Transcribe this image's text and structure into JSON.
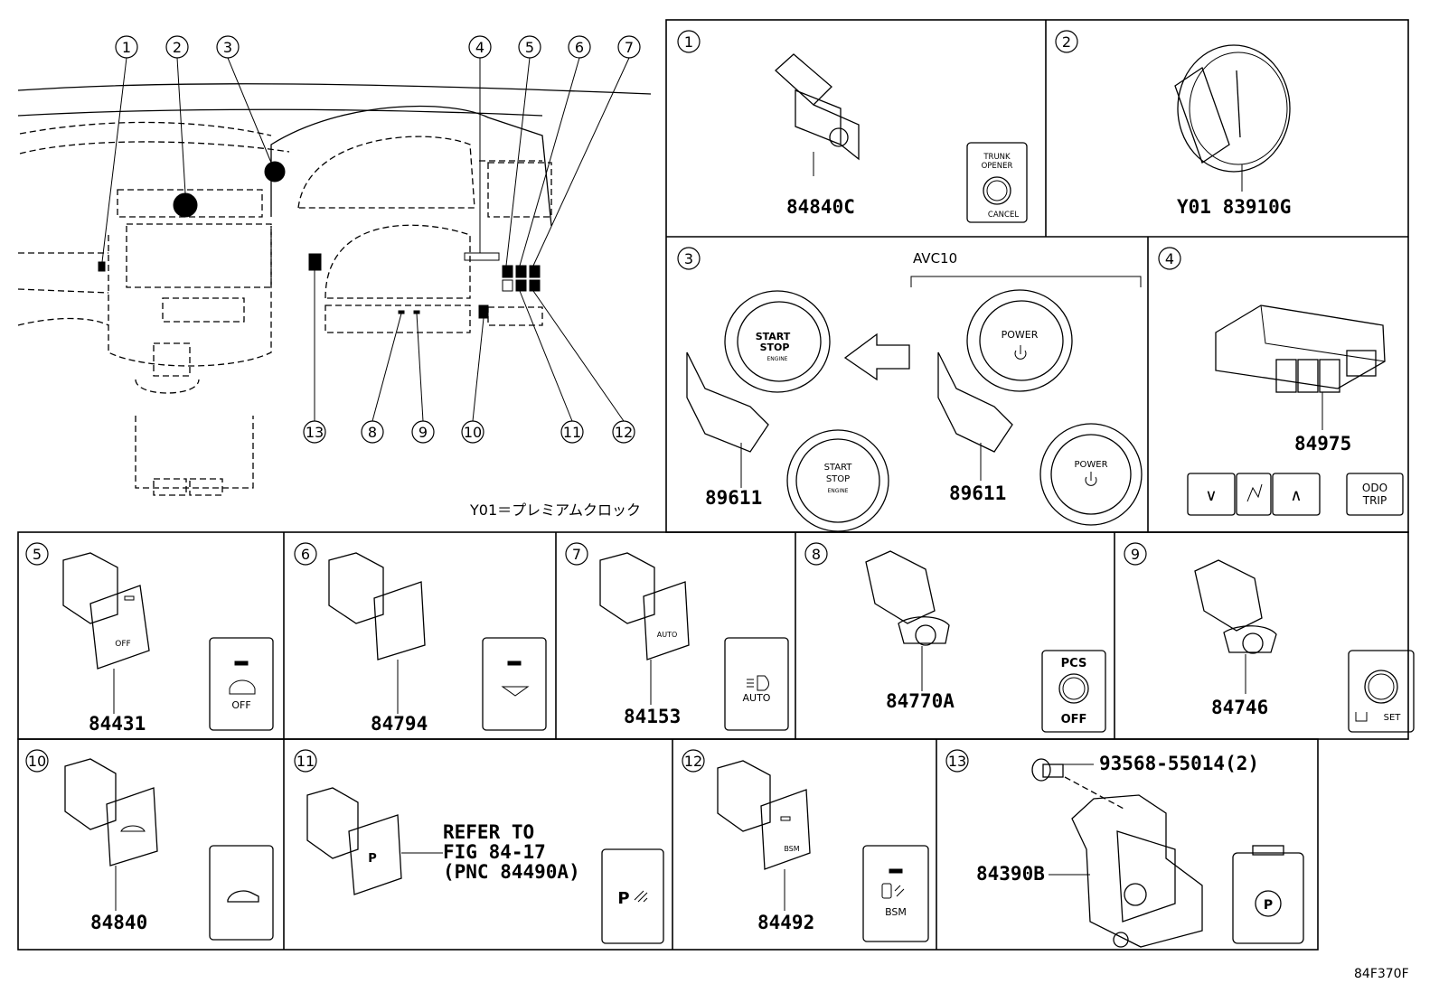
{
  "sheet_code": "84F370F",
  "index_marks": [
    "①",
    "②",
    "③",
    "④",
    "⑤",
    "⑥",
    "⑦",
    "⑧",
    "⑨",
    "⑩",
    "⑪",
    "⑫",
    "⑬"
  ],
  "overview": {
    "note": "Y01＝プレミアムクロック"
  },
  "panels": {
    "p1": {
      "index": "①",
      "part": "84840C",
      "plate_line1": "TRUNK",
      "plate_line2": "OPENER",
      "plate_cancel": "CANCEL"
    },
    "p2": {
      "index": "②",
      "part": "Y01 83910G"
    },
    "p3": {
      "index": "③",
      "group_label": "AVC10",
      "part_left": "89611",
      "part_right": "89611",
      "btn_start": "START",
      "btn_stop": "STOP",
      "btn_engine": "ENGINE",
      "btn_power": "POWER"
    },
    "p4": {
      "index": "④",
      "part": "84975",
      "key_odo": "ODO",
      "key_trip": "TRIP",
      "key_down": "∨",
      "key_up": "∧"
    },
    "p5": {
      "index": "⑤",
      "part": "84431",
      "plate_text": "OFF"
    },
    "p6": {
      "index": "⑥",
      "part": "84794"
    },
    "p7": {
      "index": "⑦",
      "part": "84153",
      "plate_text": "AUTO"
    },
    "p8": {
      "index": "⑧",
      "part": "84770A",
      "plate_top": "PCS",
      "plate_bottom": "OFF"
    },
    "p9": {
      "index": "⑨",
      "part": "84746",
      "plate_text": "SET"
    },
    "p10": {
      "index": "⑩",
      "part": "84840"
    },
    "p11": {
      "index": "⑪",
      "ref_line1": "REFER TO",
      "ref_line2": "FIG 84-17",
      "ref_line3": "(PNC 84490A)",
      "plate_text": "P"
    },
    "p12": {
      "index": "⑫",
      "part": "84492",
      "plate_text": "BSM"
    },
    "p13": {
      "index": "⑬",
      "part": "84390B",
      "screw_part": "93568-55014(2)",
      "plate_text": "P"
    }
  },
  "icons": [
    "trunk-switch-icon",
    "analog-clock-icon",
    "start-stop-button-icon",
    "power-button-icon",
    "arrow-left-icon",
    "meter-switch-icon",
    "traction-off-icon",
    "wiper-deicer-icon",
    "headlamp-auto-icon",
    "pcs-off-icon",
    "tpms-set-icon",
    "trunk-icon",
    "parking-sensor-icon",
    "bsm-icon",
    "parking-brake-icon",
    "bolt-icon"
  ]
}
